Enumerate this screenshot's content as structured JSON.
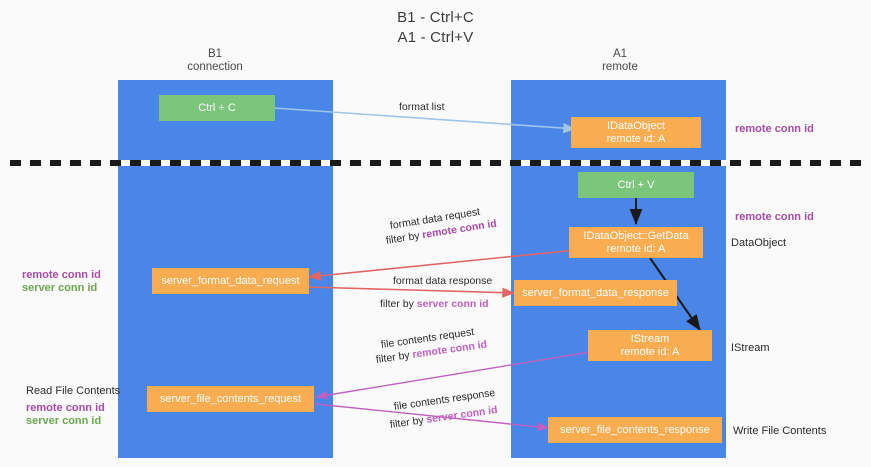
{
  "title": {
    "line1": "B1 - Ctrl+C",
    "line2": "A1 - Ctrl+V"
  },
  "columns": [
    {
      "name": "B1",
      "sub": "connection"
    },
    {
      "name": "A1",
      "sub": "remote"
    }
  ],
  "nodes": {
    "ctrl_c": {
      "label": "Ctrl + C"
    },
    "idataobject": {
      "line1": "IDataObject",
      "line2": "remote id: A"
    },
    "ctrl_v": {
      "label": "Ctrl + V"
    },
    "getdata": {
      "line1": "IDataObject::GetData",
      "line2": "remote id: A"
    },
    "server_format_data_request": {
      "label": "server_format_data_request"
    },
    "server_format_data_response": {
      "label": "server_format_data_response"
    },
    "istream": {
      "line1": "IStream",
      "line2": "remote id: A"
    },
    "server_file_contents_request": {
      "label": "server_file_contents_request"
    },
    "server_file_contents_response": {
      "label": "server_file_contents_response"
    }
  },
  "edge_labels": {
    "format_list": "format list",
    "format_data_request": "format data request",
    "format_data_request_filter_prefix": "filter by ",
    "format_data_request_filter_key": "remote conn id",
    "format_data_response": "format data response",
    "format_data_response_filter_prefix": "filter by ",
    "format_data_response_filter_key": "server conn id",
    "file_contents_request": "file contents request",
    "file_contents_request_filter_prefix": "filter by ",
    "file_contents_request_filter_key": "remote conn id",
    "file_contents_response": "file contents response",
    "file_contents_response_filter_prefix": "filter by ",
    "file_contents_response_filter_key": "server conn id"
  },
  "side_labels": {
    "right_remote_conn_id_top": "remote conn id",
    "right_remote_conn_id_mid": "remote conn id",
    "right_dataobject": "DataObject",
    "right_istream": "IStream",
    "right_write_file_contents": "Write File Contents",
    "left_remote_conn_id": "remote conn id",
    "left_server_conn_id": "server conn id",
    "left_read_file_contents": "Read File Contents",
    "left_remote_conn_id_2": "remote conn id",
    "left_server_conn_id_2": "server conn id"
  },
  "colors": {
    "lane": "#4a86e8",
    "green_node": "#7bc67b",
    "orange_node": "#f9ac50",
    "purple_text": "#a64ca6",
    "green_text": "#6aa84f",
    "arrow_blue": "#9fc5e8",
    "arrow_red": "#e06666",
    "arrow_magenta": "#c060c0",
    "arrow_black": "#1a1a1a",
    "background": "#fafafa"
  }
}
